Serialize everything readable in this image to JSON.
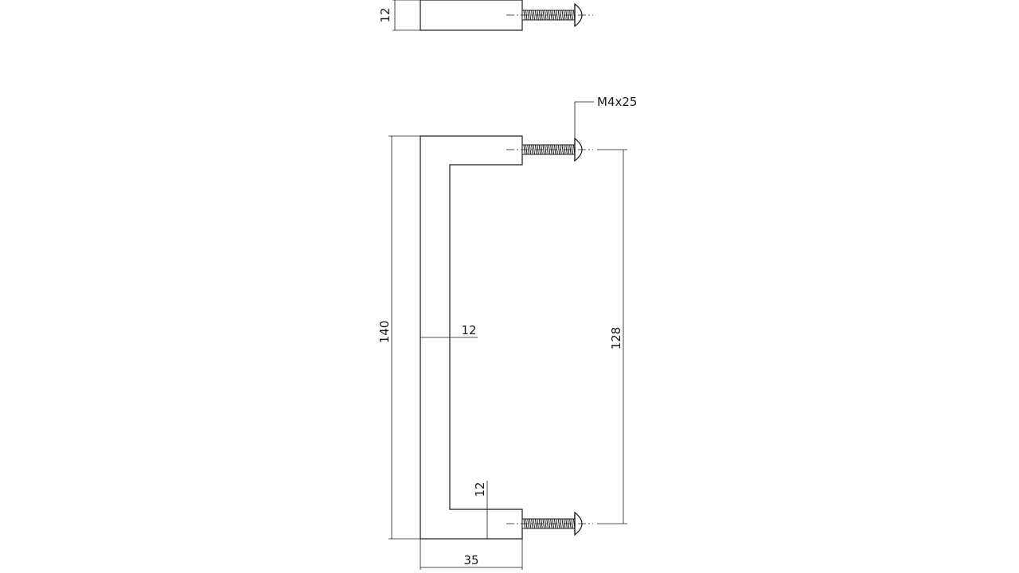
{
  "diagram": {
    "type": "technical-drawing",
    "subject": "cabinet pull handle",
    "line_color": "#1a1a1a",
    "background_color": "#ffffff"
  },
  "dimensions": {
    "top_view_width": "12",
    "overall_length": "140",
    "bar_thickness": "12",
    "hole_spacing": "128",
    "leg_thickness": "12",
    "projection": "35"
  },
  "callouts": {
    "screw": "M4x25"
  }
}
